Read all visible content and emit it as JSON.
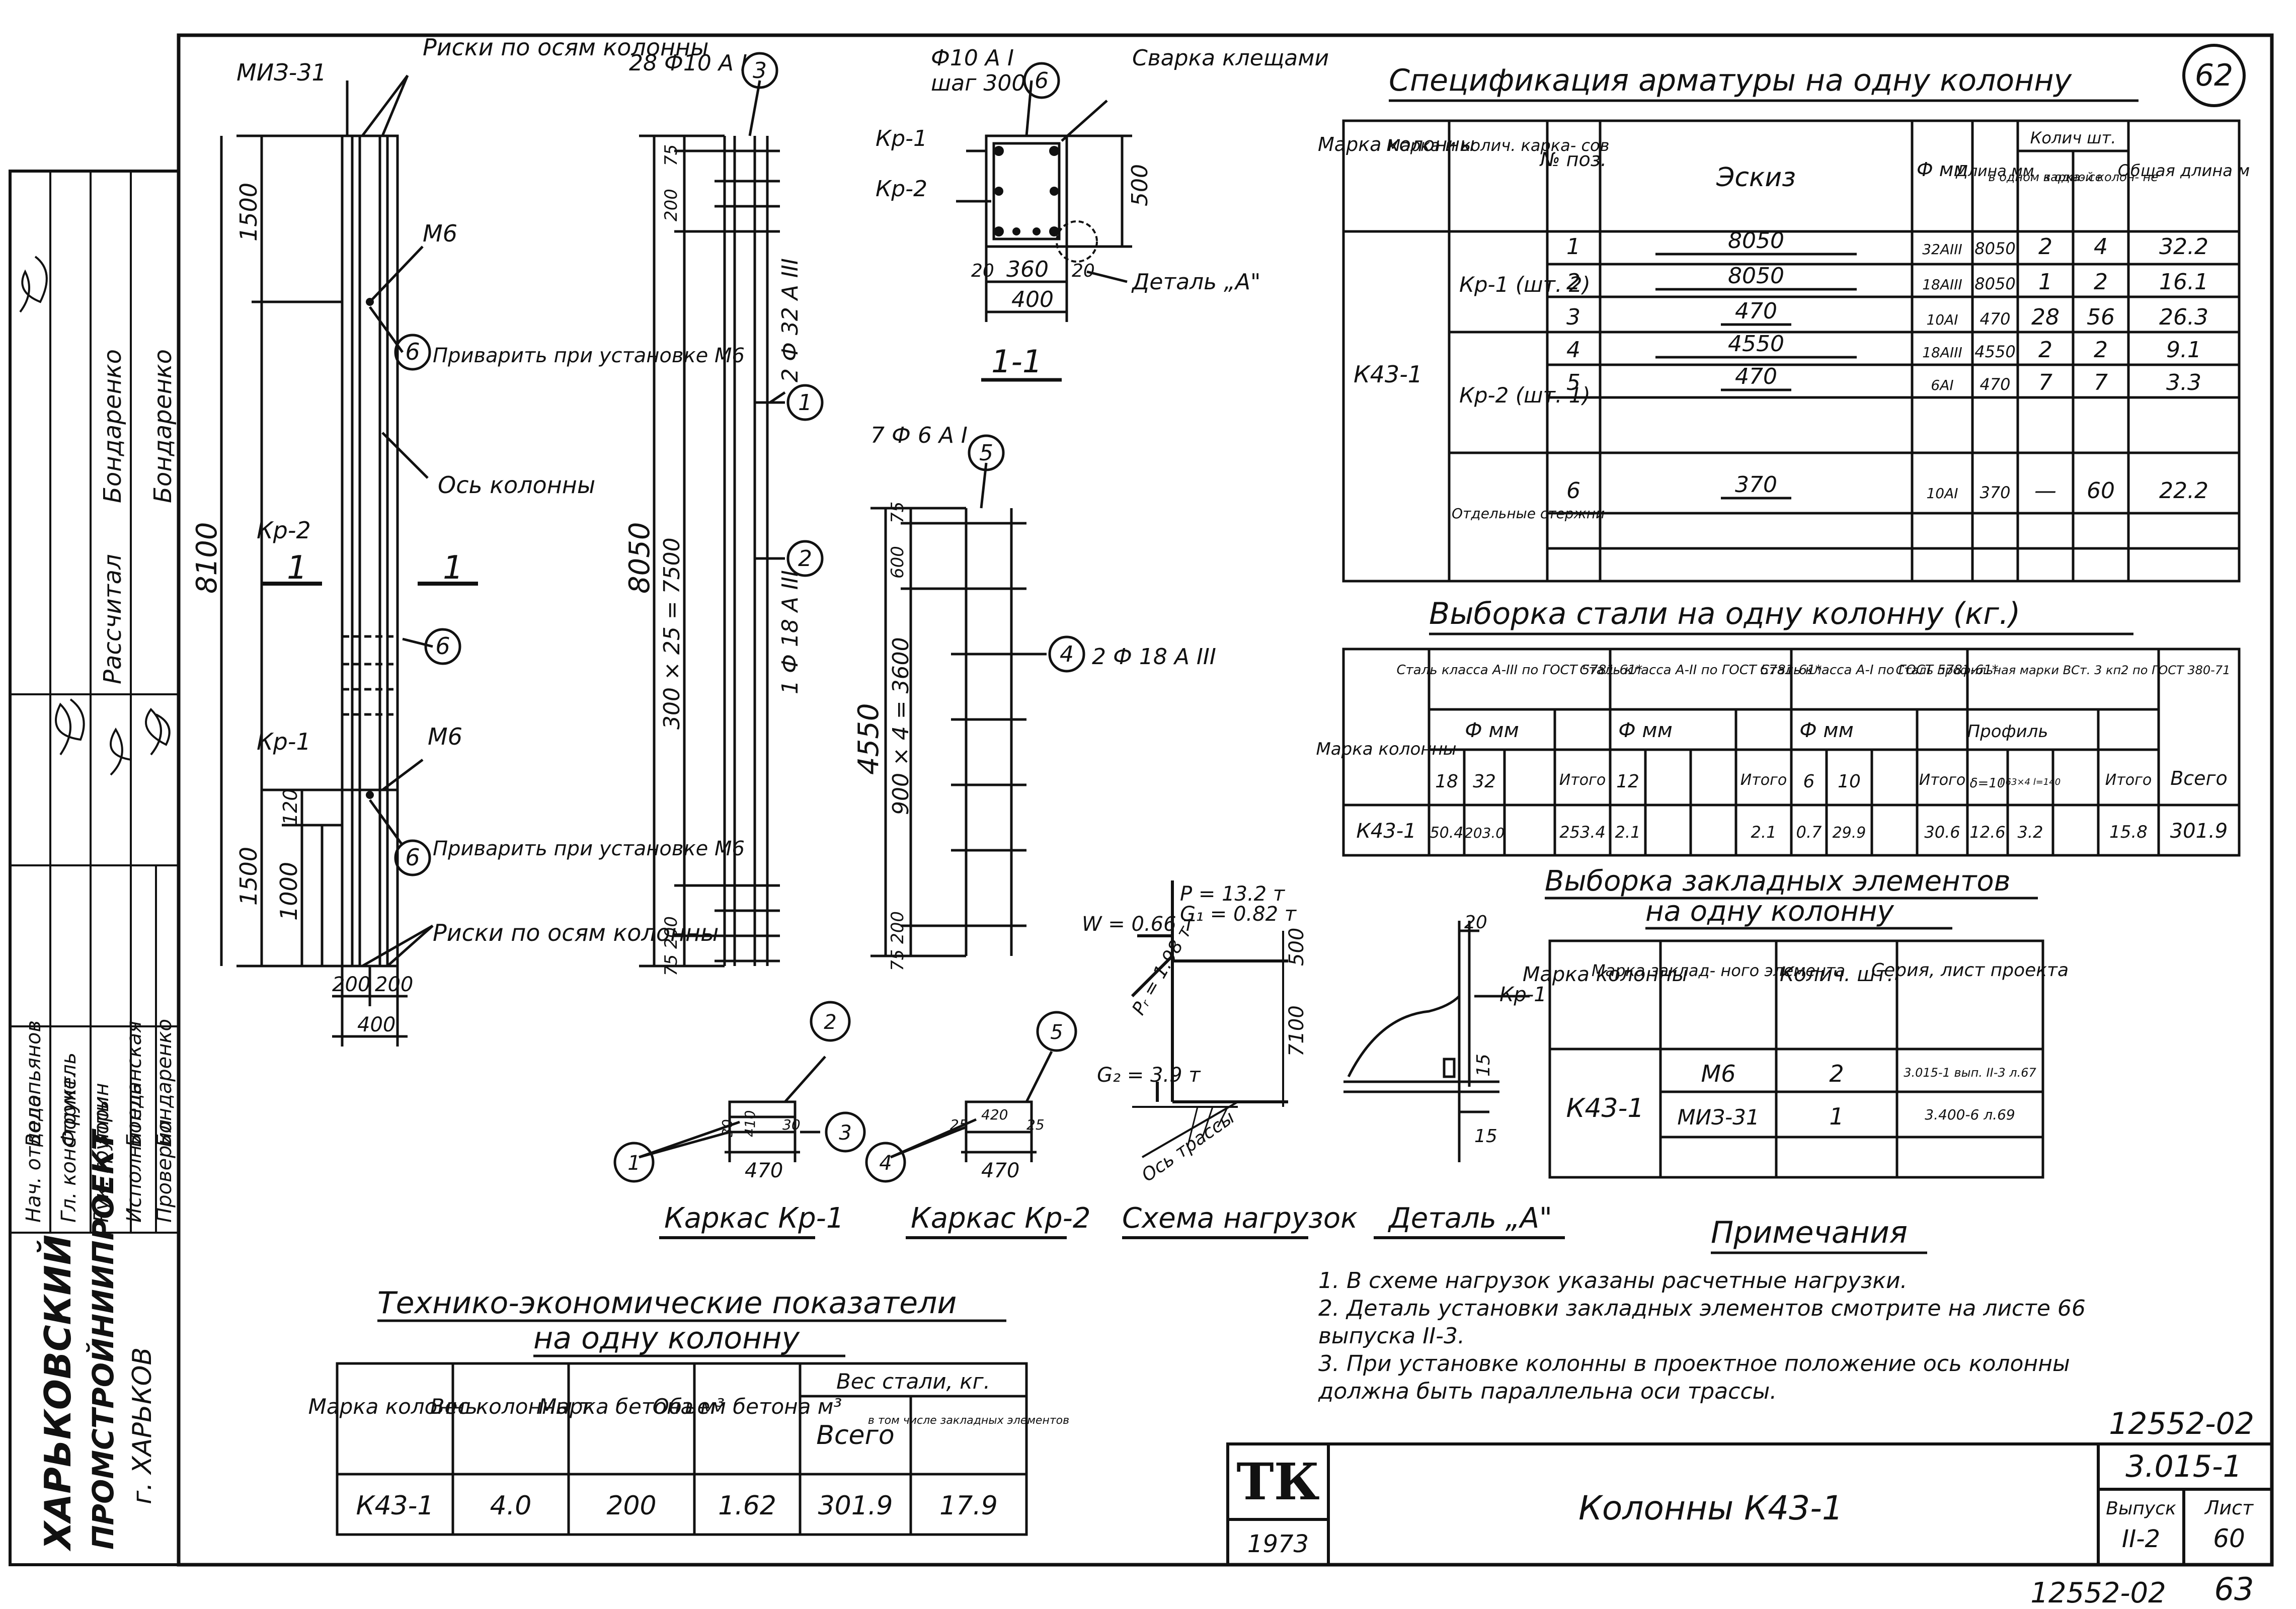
{
  "sheet_number": "62",
  "org": {
    "line1": "ХАРЬКОВСКИЙ",
    "line2": "ПРОМСТРОЙНИИПРОЕКТ",
    "line3": "г. ХАРЬКОВ"
  },
  "signatures": {
    "upper": [
      "Бондаренко",
      "Рассчитал",
      "Бондаренко"
    ],
    "rows": [
      {
        "role": "Нач. отдела",
        "name": "Водопьянов"
      },
      {
        "role": "Гл. конструкт.",
        "name": "Формель"
      },
      {
        "role": "Рук. группы",
        "name": "Зорин"
      },
      {
        "role": "Исполнитель",
        "name": "Бонданская"
      },
      {
        "role": "Проверил",
        "name": "Бондаренко"
      }
    ]
  },
  "column_view": {
    "labels": {
      "mi": "МИЗ-31",
      "risks_top": "Риски по осям колонны",
      "m6_top": "М6",
      "weld_top": "Приварить при установке М6",
      "axis": "Ось колонны",
      "kr2": "Кр-2",
      "kr1": "Кр-1",
      "section_1": "1",
      "m6_bottom": "М6",
      "weld_bottom": "Приварить при установке М6",
      "risks_bottom": "Риски по осям колонны"
    },
    "dims": {
      "d1500_top": "1500",
      "d8100": "8100",
      "d1500_bot": "1500",
      "d1000": "1000",
      "d120": "120",
      "d200a": "200",
      "d200b": "200",
      "d400": "400"
    },
    "marks": {
      "m6a": "6",
      "m6b": "6",
      "m6c": "6"
    }
  },
  "rebar_view": {
    "top_label": "28 Ф10 А I",
    "mark3": "3",
    "dim75": "75",
    "dim200": "200",
    "dim8050": "8050",
    "dim_span": "300 × 25 = 7500",
    "dim_bot": "75 200",
    "bar_top": "2 Ф 32 А III",
    "bar_mid": "1 Ф 18 А III",
    "mark1": "1",
    "mark2": "2"
  },
  "section_view": {
    "title_top": "Ф10 А I",
    "title_top2": "шаг 300",
    "mark6": "6",
    "weld": "Сварка клещами",
    "kr1": "Кр-1",
    "kr2": "Кр-2",
    "dim500": "500",
    "dim20a": "20",
    "dim360": "360",
    "dim20b": "20",
    "dim400": "400",
    "detail": "Деталь „А\"",
    "section": "1-1"
  },
  "kr2_view": {
    "top": "7 Ф 6 А I",
    "mark5": "5",
    "dim75": "75",
    "dim600": "600",
    "dim4550": "4550",
    "dim_span": "900 × 4 = 3600",
    "dim_bot": "75 200",
    "bar": "2 Ф 18 А III",
    "mark4": "4"
  },
  "cages": {
    "kr1": {
      "caption": "Каркас Кр-1",
      "m1": "1",
      "m2": "2",
      "m3": "3",
      "d30a": "30",
      "d410": "410",
      "d30b": "30",
      "d470": "470"
    },
    "kr2": {
      "caption": "Каркас Кр-2",
      "m4": "4",
      "m5": "5",
      "d25a": "25",
      "d420": "420",
      "d25b": "25",
      "d470": "470"
    }
  },
  "load_scheme": {
    "caption": "Схема нагрузок",
    "P": "Р = 13.2 т",
    "G1": "G₁ = 0.82 т",
    "W": "W = 0.66 т",
    "Pr": "Pᵣ = 1.98 т",
    "G2": "G₂ = 3.9 т",
    "d500": "500",
    "d7100": "7100",
    "axis": "Ось трассы"
  },
  "detail_a": {
    "caption": "Деталь „А\"",
    "kr": "Кр-1",
    "d20": "20",
    "d15a": "15",
    "d15b": "15"
  },
  "spec_table": {
    "title": "Спецификация арматуры на одну колонну",
    "headers": {
      "mark": "Марка колонны",
      "cage": "Марка и колич. карка- сов",
      "pos": "№ поз.",
      "sketch": "Эскиз",
      "dia": "Ф мм",
      "len": "Длина мм",
      "qty": "Колич шт.",
      "qty_cage": "в одном карка- се",
      "qty_col": "в одной колон- не",
      "total": "Общая длина м"
    },
    "column": "К43-1",
    "groups": {
      "kr1": "Кр-1 (шт. 2)",
      "kr2": "Кр-2 (шт. 1)",
      "sep": "Отдельные стержни"
    },
    "rows": [
      {
        "pos": "1",
        "sketch": "8050",
        "dia": "32АIII",
        "len": "8050",
        "qc": "2",
        "qn": "4",
        "tot": "32.2"
      },
      {
        "pos": "2",
        "sketch": "8050",
        "dia": "18АIII",
        "len": "8050",
        "qc": "1",
        "qn": "2",
        "tot": "16.1"
      },
      {
        "pos": "3",
        "sketch": "470",
        "dia": "10АI",
        "len": "470",
        "qc": "28",
        "qn": "56",
        "tot": "26.3"
      },
      {
        "pos": "4",
        "sketch": "4550",
        "dia": "18АIII",
        "len": "4550",
        "qc": "2",
        "qn": "2",
        "tot": "9.1"
      },
      {
        "pos": "5",
        "sketch": "470",
        "dia": "6АI",
        "len": "470",
        "qc": "7",
        "qn": "7",
        "tot": "3.3"
      },
      {
        "pos": "6",
        "sketch": "370",
        "dia": "10АI",
        "len": "370",
        "qc": "—",
        "qn": "60",
        "tot": "22.2"
      }
    ]
  },
  "steel_table": {
    "title": "Выборка стали на одну колонну (кг.)",
    "mark": "Марка колонны",
    "g1": "Сталь класса А-III по ГОСТ 5781-61*",
    "g2": "Сталь класса А-II по ГОСТ 5781-61*",
    "g3": "Сталь класса А-I по ГОСТ 5781-61*",
    "g4": "Сталь профильная марки ВСт. 3 кп2 по ГОСТ 380-71",
    "fmm": "Ф мм",
    "profile": "Профиль",
    "itogo": "Итого",
    "vsego": "Всего",
    "d18": "18",
    "d32": "32",
    "d12": "12",
    "d6": "6",
    "d10": "10",
    "ps": "δ=10",
    "pl": "l 63×4 l=140",
    "row": {
      "mark": "К43-1",
      "v18": "50.4",
      "v32": "203.0",
      "it1": "253.4",
      "v12": "2.1",
      "it2": "2.1",
      "v6": "0.7",
      "v10": "29.9",
      "it3": "30.6",
      "p1": "12.6",
      "p2": "3.2",
      "it4": "15.8",
      "all": "301.9"
    }
  },
  "embed_table": {
    "title1": "Выборка закладных элементов",
    "title2": "на одну колонну",
    "h_mark": "Марка колонны",
    "h_el": "Марка заклад- ного элемента",
    "h_qty": "Колич. шт.",
    "h_series": "Серия, лист проекта",
    "column": "К43-1",
    "rows": [
      {
        "el": "М6",
        "qty": "2",
        "series": "3.015-1 вып. II-3 л.67"
      },
      {
        "el": "МИЗ-31",
        "qty": "1",
        "series": "3.400-6 л.69"
      }
    ]
  },
  "notes": {
    "title": "Примечания",
    "items": [
      "1. В схеме нагрузок указаны расчетные нагрузки.",
      "2. Деталь установки закладных элементов смотрите на листе 66",
      "    выпуска II-3.",
      "3. При установке колонны в проектное положение ось колонны",
      "    должна быть параллельна оси трассы."
    ]
  },
  "tep_table": {
    "title1": "Технико-экономические показатели",
    "title2": "на одну колонну",
    "h": {
      "mark": "Марка колонны",
      "weight": "Вес колонны т",
      "concrete": "Марка бетона м³",
      "volume": "Объем бетона м³",
      "steel": "Вес стали, кг.",
      "all": "Всего",
      "incl": "в том числе закладных элементов"
    },
    "row": {
      "mark": "К43-1",
      "weight": "4.0",
      "concrete": "200",
      "volume": "1.62",
      "all": "301.9",
      "incl": "17.9"
    }
  },
  "title_block": {
    "code_top": "12552-02",
    "tk": "ТК",
    "year": "1973",
    "name": "Колонны К43-1",
    "series": "3.015-1",
    "issue_label": "Выпуск",
    "issue": "II-2",
    "sheet_label": "Лист",
    "sheet": "60",
    "code_bottom": "12552-02",
    "page": "63"
  }
}
